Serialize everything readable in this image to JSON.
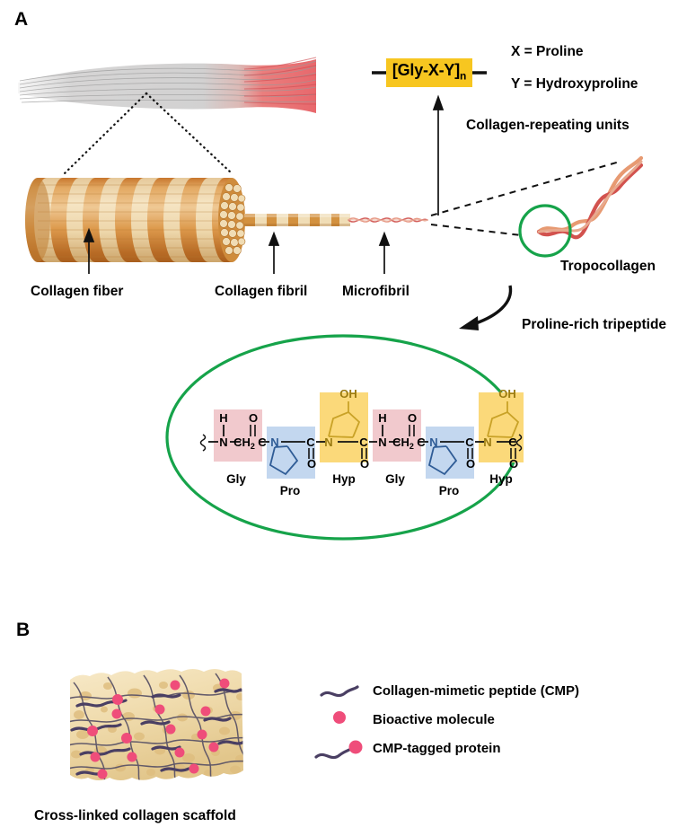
{
  "figure": {
    "panels": [
      {
        "id": "A",
        "letter": "A"
      },
      {
        "id": "B",
        "letter": "B"
      }
    ]
  },
  "panel_a": {
    "hierarchy_labels": [
      {
        "name": "collagen-fiber",
        "text": "Collagen fiber"
      },
      {
        "name": "collagen-fibril",
        "text": "Collagen fibril"
      },
      {
        "name": "microfibril",
        "text": "Microfibril"
      },
      {
        "name": "tropocollagen",
        "text": "Tropocollagen"
      }
    ],
    "repeating_unit_box": {
      "text": "[Gly-X-Y]",
      "subscript": "n"
    },
    "repeating_units_label": "Collagen-repeating units",
    "legend_x": "X = Proline",
    "legend_y": "Y = Hydroxyproline",
    "proline_rich_label": "Proline-rich tripeptide",
    "residues": [
      {
        "name": "Gly",
        "label": "Gly",
        "color": "#F1C9CD"
      },
      {
        "name": "Pro",
        "label": "Pro",
        "color": "#C3D7EF"
      },
      {
        "name": "Hyp",
        "label": "Hyp",
        "color": "#FBD97A"
      },
      {
        "name": "Gly",
        "label": "Gly",
        "color": "#F1C9CD"
      },
      {
        "name": "Pro",
        "label": "Pro",
        "color": "#C3D7EF"
      },
      {
        "name": "Hyp",
        "label": "Hyp",
        "color": "#FBD97A"
      }
    ],
    "atoms": {
      "nitrogen": "N",
      "carbon": "C",
      "oxygen": "O",
      "hydrogen": "H",
      "methylene": "CH",
      "methylene_sub": "2",
      "hydroxyl": "OH"
    }
  },
  "panel_b": {
    "scaffold_caption": "Cross-linked collagen scaffold",
    "legend": [
      {
        "name": "cmp",
        "label": "Collagen-mimetic peptide (CMP)",
        "icon": "squiggle-icon"
      },
      {
        "name": "bioactive-molecule",
        "label": "Bioactive molecule",
        "icon": "dot-icon"
      },
      {
        "name": "cmp-tagged-protein",
        "label": "CMP-tagged protein",
        "icon": "squiggle-dot-icon"
      }
    ]
  },
  "colors": {
    "highlight_green": "#16A34A",
    "box_yellow": "#F7C620",
    "pink_dot": "#EF4D7A",
    "scaffold_base": "#F2DFB3",
    "scaffold_pore": "#DFBE7F",
    "cmp_strand": "#4A3F63",
    "muscle_red": "#E8656A",
    "tendon_gray": "#C9C8C8",
    "fiber_orange": "#D98B3A",
    "fiber_tan": "#EED9AE",
    "helix_salmon": "#E98B72",
    "helix_red": "#D2524E"
  }
}
